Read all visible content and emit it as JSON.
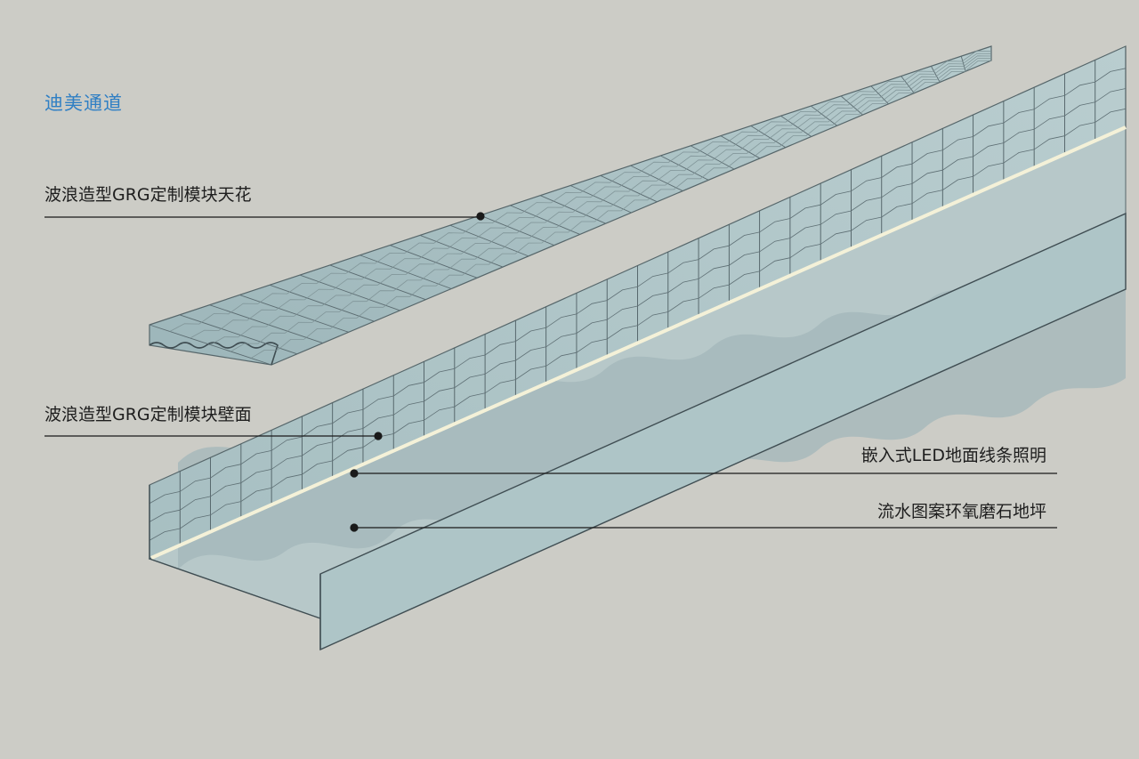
{
  "title": "迪美通道",
  "callouts": {
    "ceiling": "波浪造型GRG定制模块天花",
    "wall": "波浪造型GRG定制模块壁面",
    "led": "嵌入式LED地面线条照明",
    "floor": "流水图案环氧磨石地坪"
  },
  "colors": {
    "background": "#ccccc6",
    "title": "#2f7fc4",
    "panel_fill": "#a9c1c4",
    "panel_light": "#bfd3d5",
    "panel_stroke": "#4c5a5f",
    "floor_fill": "#b9c9ca",
    "floor_wave": "#9fb3b5",
    "led_strip": "#f4f1d8",
    "callout_line": "#1a1a1a"
  }
}
